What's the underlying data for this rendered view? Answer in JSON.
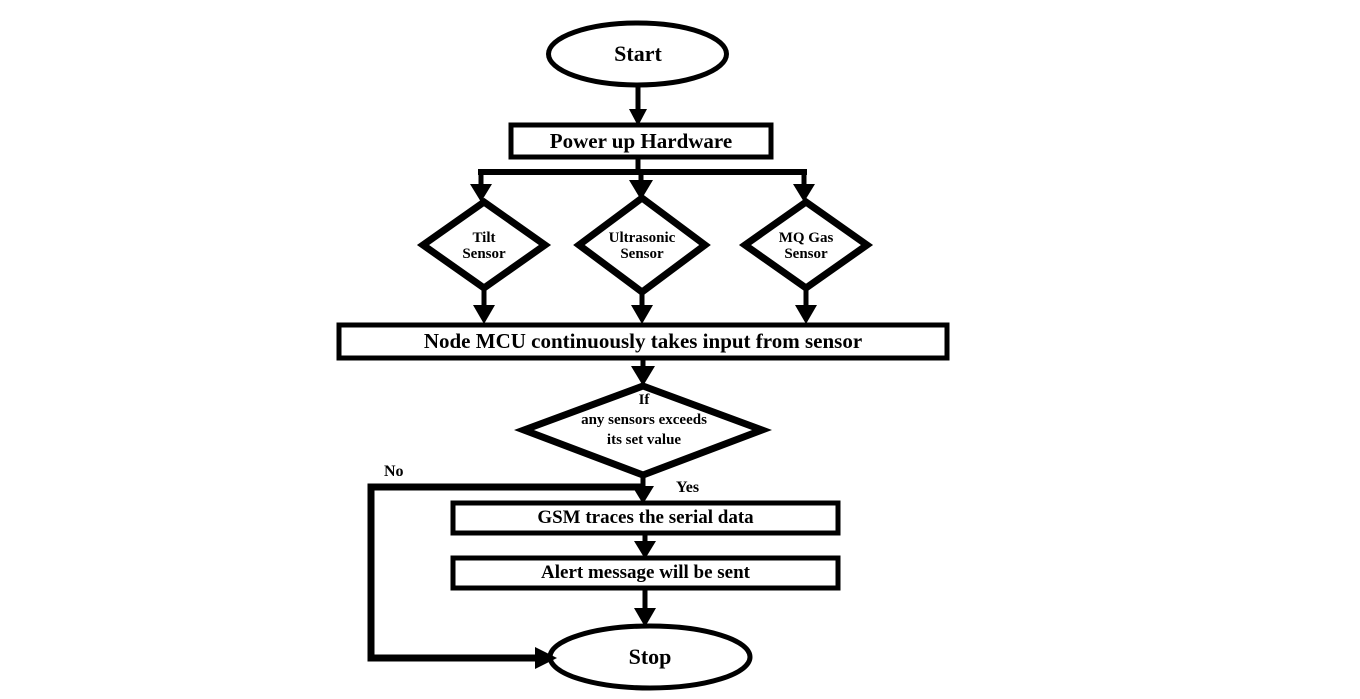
{
  "diagram": {
    "title": "IoT sensor alert system flowchart",
    "type": "flowchart",
    "background_color": "#ffffff",
    "stroke_color": "#000000",
    "text_color": "#000000"
  },
  "nodes": {
    "start": {
      "label": "Start",
      "shape": "ellipse"
    },
    "power_up": {
      "label": "Power up Hardware",
      "shape": "rectangle"
    },
    "tilt_sensor": {
      "label": "Tilt\nSensor",
      "shape": "diamond"
    },
    "ultrasonic_sensor": {
      "label": "Ultrasonic\nSensor",
      "shape": "diamond"
    },
    "mq_gas_sensor": {
      "label": "MQ Gas\nSensor",
      "shape": "diamond"
    },
    "node_mcu": {
      "label": "Node MCU continuously takes input from sensor",
      "shape": "rectangle"
    },
    "decision": {
      "label": "If\nany sensors exceeds\nits set  value",
      "shape": "diamond"
    },
    "gsm": {
      "label": "GSM traces the serial data",
      "shape": "rectangle"
    },
    "alert": {
      "label": "Alert message will be sent",
      "shape": "rectangle"
    },
    "stop": {
      "label": "Stop",
      "shape": "ellipse"
    }
  },
  "edge_labels": {
    "no": "No",
    "yes": "Yes"
  }
}
